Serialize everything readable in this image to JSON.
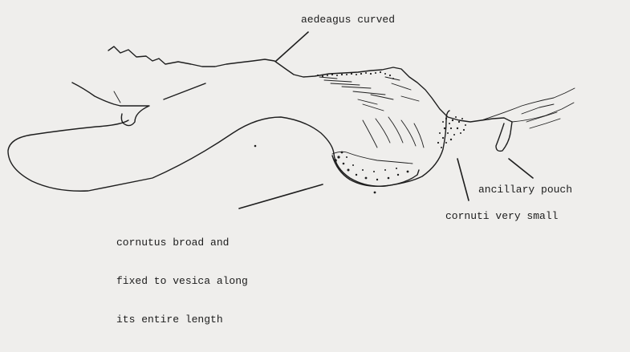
{
  "labels": {
    "aedeagus": "aedeagus curved",
    "ancillary_pouch": "ancillary pouch",
    "cornuti_small": "cornuti very small",
    "cornutus_line1": "cornutus broad and",
    "cornutus_line2": "fixed to vesica along",
    "cornutus_line3": "its entire length"
  },
  "colors": {
    "background": "#efeeec",
    "ink": "#1e1e1e"
  }
}
